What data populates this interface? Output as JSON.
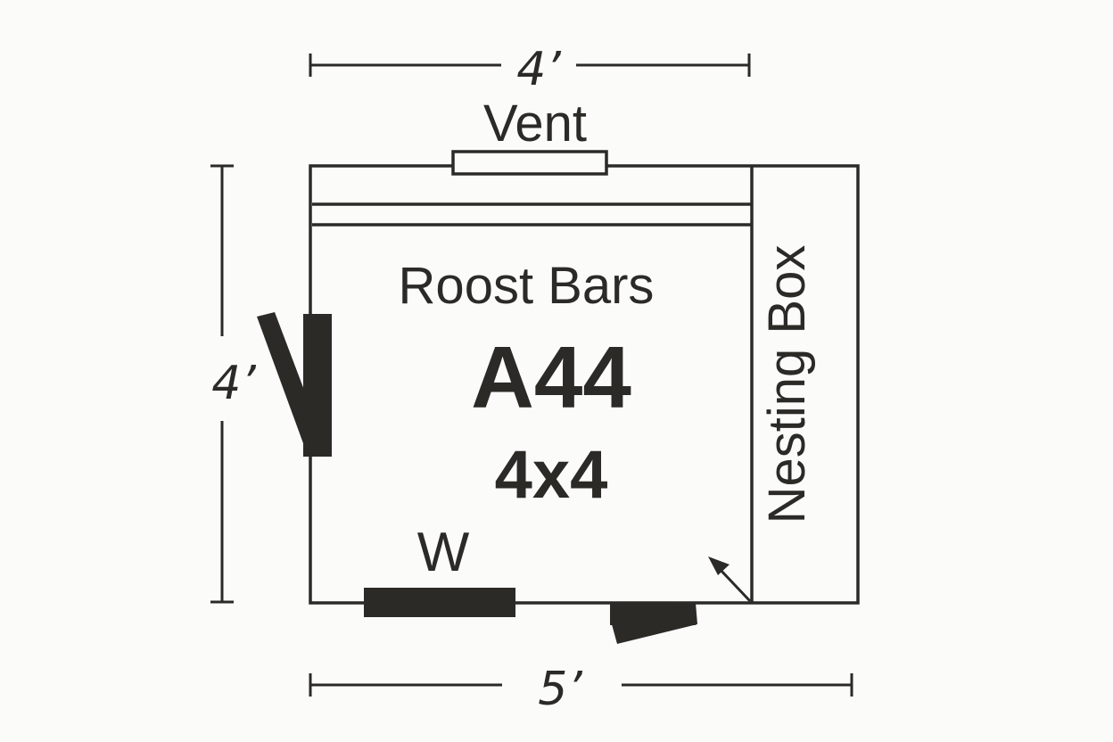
{
  "diagram": {
    "title_code": "A44",
    "size_code": "4x4",
    "ink_color": "#2b2a26",
    "background_color": "#fbfbfa",
    "labels": {
      "roost_bars": "Roost Bars",
      "nesting_box": "Nesting Box",
      "vent": "Vent",
      "window": "W"
    },
    "dimensions": {
      "top": "4’",
      "left": "4’",
      "bottom": "5’"
    },
    "features": [
      {
        "name": "vent",
        "label": "Vent",
        "wall": "top"
      },
      {
        "name": "roost-bars",
        "label": "Roost Bars",
        "wall": "interior"
      },
      {
        "name": "nesting-box",
        "label": "Nesting Box",
        "wall": "right"
      },
      {
        "name": "window",
        "label": "W",
        "wall": "bottom"
      },
      {
        "name": "left-door",
        "label": "",
        "wall": "left"
      },
      {
        "name": "bottom-door",
        "label": "",
        "wall": "bottom"
      },
      {
        "name": "nesting-box-pointer",
        "label": "",
        "wall": "interior"
      }
    ]
  }
}
